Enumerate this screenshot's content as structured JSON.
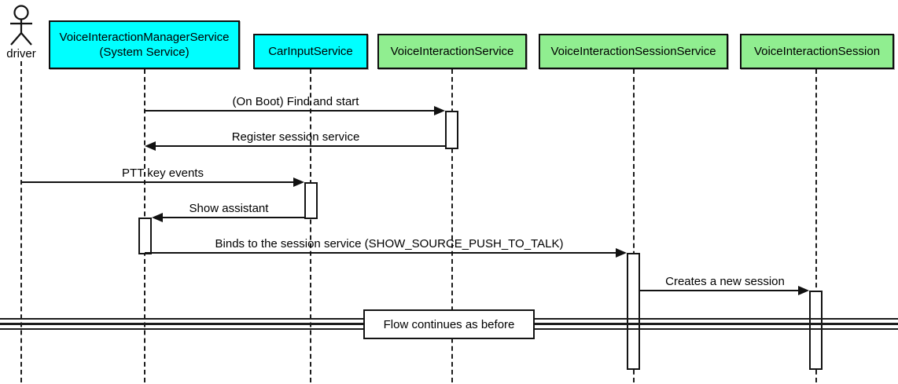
{
  "diagram": {
    "kind": "uml-sequence-diagram",
    "actor": {
      "name": "driver"
    },
    "participants": [
      {
        "id": "vims",
        "name": "VoiceInteractionManagerService",
        "subtitle": "(System Service)",
        "color": "#00FFFF"
      },
      {
        "id": "car",
        "name": "CarInputService",
        "subtitle": "",
        "color": "#00FFFF"
      },
      {
        "id": "vis",
        "name": "VoiceInteractionService",
        "subtitle": "",
        "color": "#90EE90"
      },
      {
        "id": "viss",
        "name": "VoiceInteractionSessionService",
        "subtitle": "",
        "color": "#90EE90"
      },
      {
        "id": "vses",
        "name": "VoiceInteractionSession",
        "subtitle": "",
        "color": "#90EE90"
      }
    ],
    "messages": [
      {
        "from": "VoiceInteractionManagerService",
        "to": "VoiceInteractionService",
        "label": "(On Boot) Find and start"
      },
      {
        "from": "VoiceInteractionService",
        "to": "VoiceInteractionManagerService",
        "label": "Register session service"
      },
      {
        "from": "driver",
        "to": "CarInputService",
        "label": "PTT key events"
      },
      {
        "from": "CarInputService",
        "to": "VoiceInteractionManagerService",
        "label": "Show assistant"
      },
      {
        "from": "VoiceInteractionManagerService",
        "to": "VoiceInteractionSessionService",
        "label": "Binds to the session service (SHOW_SOURCE_PUSH_TO_TALK)"
      },
      {
        "from": "VoiceInteractionSessionService",
        "to": "VoiceInteractionSession",
        "label": "Creates a new session"
      }
    ],
    "divider": {
      "label": "Flow continues as before"
    },
    "colors": {
      "cyan_participant": "#00FFFF",
      "green_participant": "#90EE90",
      "line": "#111111",
      "background": "#FFFFFF"
    }
  }
}
